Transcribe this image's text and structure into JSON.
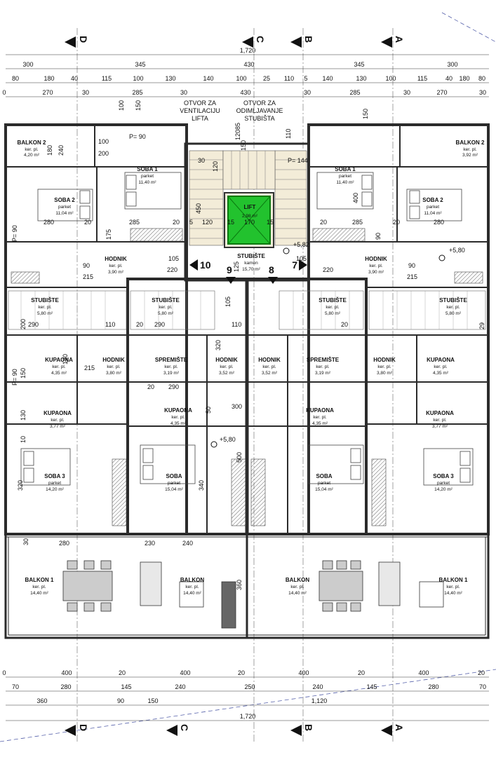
{
  "axes": {
    "top": [
      "D",
      "C",
      "B",
      "A"
    ],
    "bottom": [
      "D",
      "C",
      "B",
      "A"
    ]
  },
  "dims_top": {
    "total": "1,720",
    "row1": [
      "345",
      "430",
      "430",
      "345"
    ],
    "row2": [
      "300",
      "300"
    ],
    "row3": [
      "80",
      "180",
      "40",
      "115",
      "100",
      "130",
      "140",
      "100",
      "25",
      "110",
      "5",
      "140",
      "130",
      "100",
      "115",
      "40",
      "180",
      "80"
    ],
    "row4": [
      "0",
      "270",
      "30",
      "285",
      "30",
      "430",
      "30",
      "285",
      "30",
      "270",
      "30"
    ]
  },
  "dims_bottom": {
    "row1": [
      "0",
      "400",
      "20",
      "400",
      "20",
      "400",
      "20",
      "400",
      "20"
    ],
    "row2": [
      "70",
      "280",
      "145",
      "240",
      "250",
      "240",
      "145",
      "280",
      "70"
    ],
    "row3": [
      "360",
      "90",
      "150",
      "1,120"
    ],
    "total": "1,720"
  },
  "notes": {
    "otvor_lift": [
      "OTVOR ZA",
      "VENTILACIJU",
      "LIFTA"
    ],
    "otvor_stubiste": [
      "OTVOR ZA",
      "ODIMLJAVANJE",
      "STUBIŠTA"
    ]
  },
  "rooms": [
    {
      "name": "BALKON 2",
      "finish": "ker. pl.",
      "area": "4,20 m²"
    },
    {
      "name": "BALKON 2",
      "finish": "ker. pl.",
      "area": "3,92 m²"
    },
    {
      "name": "SOBA 1",
      "finish": "parket",
      "area": "11,40 m²"
    },
    {
      "name": "SOBA 1",
      "finish": "parket",
      "area": "11,40 m²"
    },
    {
      "name": "SOBA 2",
      "finish": "parket",
      "area": "11,04 m²"
    },
    {
      "name": "SOBA 2",
      "finish": "parket",
      "area": "11,04 m²"
    },
    {
      "name": "LIFT",
      "finish": "",
      "area": "2,98 m²"
    },
    {
      "name": "STUBIŠTE",
      "finish": "kamen",
      "area": "15,70 m²"
    },
    {
      "name": "HODNIK",
      "finish": "ker. pl.",
      "area": "3,90 m²"
    },
    {
      "name": "HODNIK",
      "finish": "ker. pl.",
      "area": "3,90 m²"
    },
    {
      "name": "STUBIŠTE",
      "finish": "ker. pl.",
      "area": "5,80 m²"
    },
    {
      "name": "STUBIŠTE",
      "finish": "ker. pl.",
      "area": "5,80 m²"
    },
    {
      "name": "STUBIŠTE",
      "finish": "ker. pl.",
      "area": "5,80 m²"
    },
    {
      "name": "STUBIŠTE",
      "finish": "ker. pl.",
      "area": "5,80 m²"
    },
    {
      "name": "KUPAONA",
      "finish": "ker. pl.",
      "area": "4,35 m²"
    },
    {
      "name": "HODNIK",
      "finish": "ker. pl.",
      "area": "3,80 m²"
    },
    {
      "name": "SPREMIŠTE",
      "finish": "ker. pl.",
      "area": "3,19 m²"
    },
    {
      "name": "HODNIK",
      "finish": "ker. pl.",
      "area": "3,52 m²"
    },
    {
      "name": "HODNIK",
      "finish": "ker. pl.",
      "area": "3,52 m²"
    },
    {
      "name": "SPREMIŠTE",
      "finish": "ker. pl.",
      "area": "3,19 m²"
    },
    {
      "name": "HODNIK",
      "finish": "ker. pl.",
      "area": "3,80 m²"
    },
    {
      "name": "KUPAONA",
      "finish": "ker. pl.",
      "area": "4,35 m²"
    },
    {
      "name": "KUPAONA",
      "finish": "ker. pl.",
      "area": "3,77 m²"
    },
    {
      "name": "KUPAONA",
      "finish": "ker. pl.",
      "area": "4,35 m²"
    },
    {
      "name": "KUPAONA",
      "finish": "ker. pl.",
      "area": "4,35 m²"
    },
    {
      "name": "KUPAONA",
      "finish": "ker. pl.",
      "area": "3,77 m²"
    },
    {
      "name": "SOBA 3",
      "finish": "parket",
      "area": "14,20 m²"
    },
    {
      "name": "SOBA",
      "finish": "parket",
      "area": "15,04 m²"
    },
    {
      "name": "SOBA",
      "finish": "parket",
      "area": "15,04 m²"
    },
    {
      "name": "SOBA 3",
      "finish": "parket",
      "area": "14,20 m²"
    },
    {
      "name": "BALKON 1",
      "finish": "ker. pl.",
      "area": "14,40 m²"
    },
    {
      "name": "BALKON",
      "finish": "ker. pl.",
      "area": "14,40 m²"
    },
    {
      "name": "BALKON",
      "finish": "ker. pl.",
      "area": "14,40 m²"
    },
    {
      "name": "BALKON 1",
      "finish": "ker. pl.",
      "area": "14,40 m²"
    }
  ],
  "levels": [
    "+5,82",
    "+5,80",
    "+5,80"
  ],
  "section_marks": [
    "10",
    "9",
    "8",
    "7"
  ],
  "inner_dims": [
    "100",
    "150",
    "120",
    "85",
    "150",
    "110",
    "150",
    "240",
    "180",
    "100",
    "200",
    "P= 90",
    "P= 144",
    "30",
    "120",
    "400",
    "280",
    "20",
    "285",
    "20",
    "450",
    "5",
    "120",
    "15",
    "170",
    "15",
    "20",
    "285",
    "20",
    "280",
    "P= 90",
    "90",
    "175",
    "105",
    "125",
    "105",
    "90",
    "215",
    "220",
    "220",
    "215",
    "105",
    "90",
    "200",
    "20",
    "290",
    "110",
    "320",
    "110",
    "290",
    "20",
    "29",
    "P= 90",
    "150",
    "130",
    "215",
    "10",
    "50",
    "20",
    "290",
    "120",
    "300",
    "340",
    "500",
    "320",
    "360",
    "30",
    "280",
    "230",
    "240"
  ],
  "colors": {
    "lift": "#22c22e",
    "stair_fill": "#f3ecd8",
    "wall": "#2b2b2b",
    "hatch": "#555555"
  }
}
